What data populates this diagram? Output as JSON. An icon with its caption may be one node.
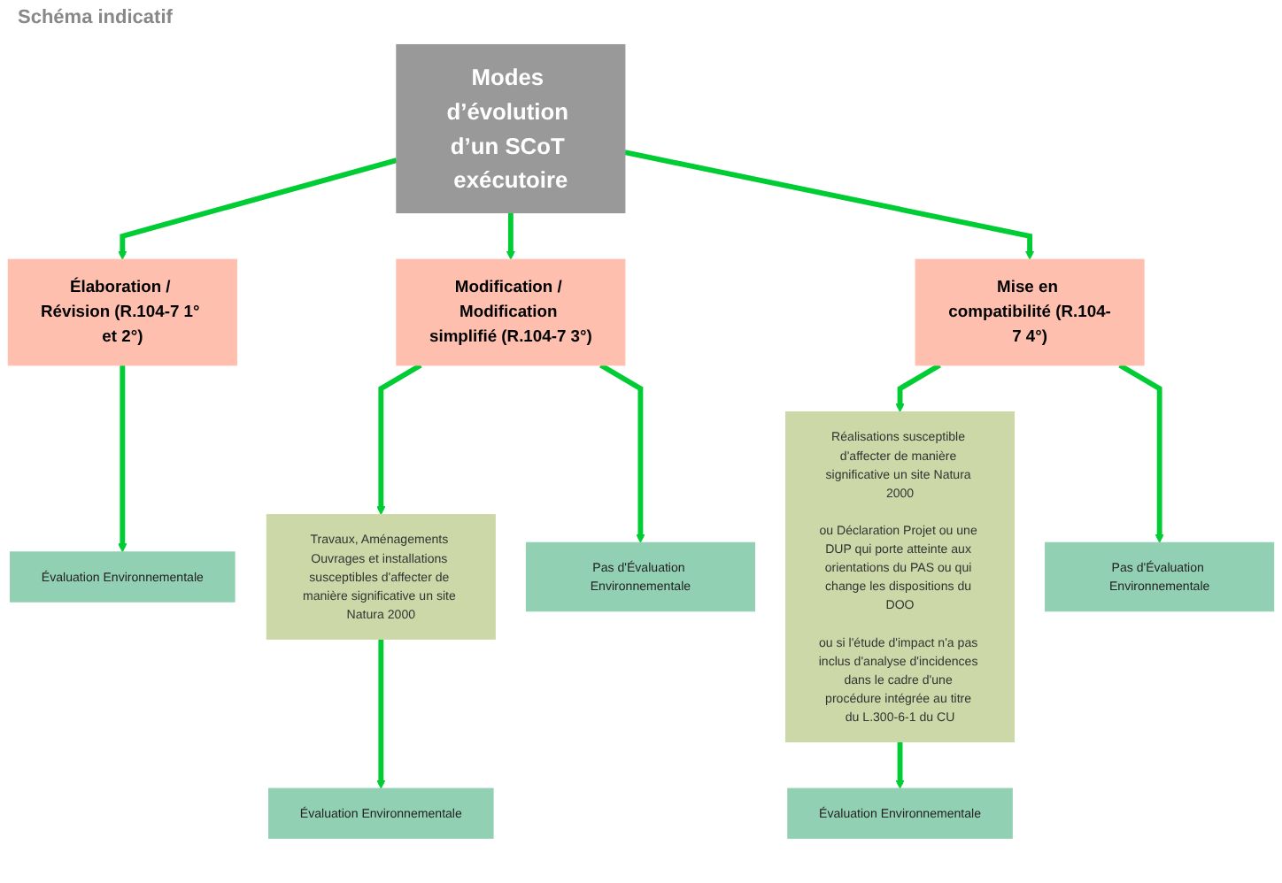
{
  "diagram": {
    "nodes": [
      {
        "text": [
          "Modes d’évolution d’un SCoT exécutoire"
        ]
      },
      {
        "text": [
          "Élaboration / Révision (R.104-7 1° et 2°)"
        ]
      },
      {
        "text": [
          "Modification / Modification simplifié (R.104-7 3°)"
        ]
      },
      {
        "text": [
          "Mise en compatibilité (R.104-7 4°)"
        ]
      },
      {
        "text": [
          "Travaux, Aménagements Ouvrages et installations susceptibles d'affecter de manière significative un site Natura 2000"
        ]
      },
      {
        "text": [
          "Réalisations susceptible d'affecter de manière significative un site Natura 2000",
          "ou Déclaration Projet ou une DUP qui porte atteinte aux orientations du PAS ou qui change les dispositions du DOO",
          "ou si l'étude d'impact n'a pas inclus d'analyse d'incidences dans le cadre d'une procédure intégrée au titre du L.300-6-1 du CU"
        ]
      },
      {
        "text": [
          "Évaluation Environnementale"
        ]
      },
      {
        "text": [
          "Évaluation Environnementale"
        ]
      },
      {
        "text": [
          "Pas d'Évaluation Environnementale"
        ]
      },
      {
        "text": [
          "Évaluation Environnementale"
        ]
      },
      {
        "text": [
          "Pas d'Évaluation Environnementale"
        ]
      }
    ],
    "edges": [
      {
        "from": 0,
        "to": 1,
        "arrow": "to"
      },
      {
        "from": 0,
        "to": 2,
        "arrow": "to"
      },
      {
        "from": 0,
        "to": 3,
        "arrow": "to"
      },
      {
        "from": 1,
        "to": 6,
        "arrow": "to"
      },
      {
        "from": 2,
        "to": 4,
        "arrow": "to"
      },
      {
        "from": 2,
        "to": 8,
        "arrow": "to"
      },
      {
        "from": 3,
        "to": 5,
        "arrow": "to"
      },
      {
        "from": 3,
        "to": 10,
        "arrow": "to"
      },
      {
        "from": 4,
        "to": 7,
        "arrow": "to"
      },
      {
        "from": 5,
        "to": 9,
        "arrow": "to"
      }
    ],
    "labels": [
      "Schéma indicatif"
    ]
  }
}
